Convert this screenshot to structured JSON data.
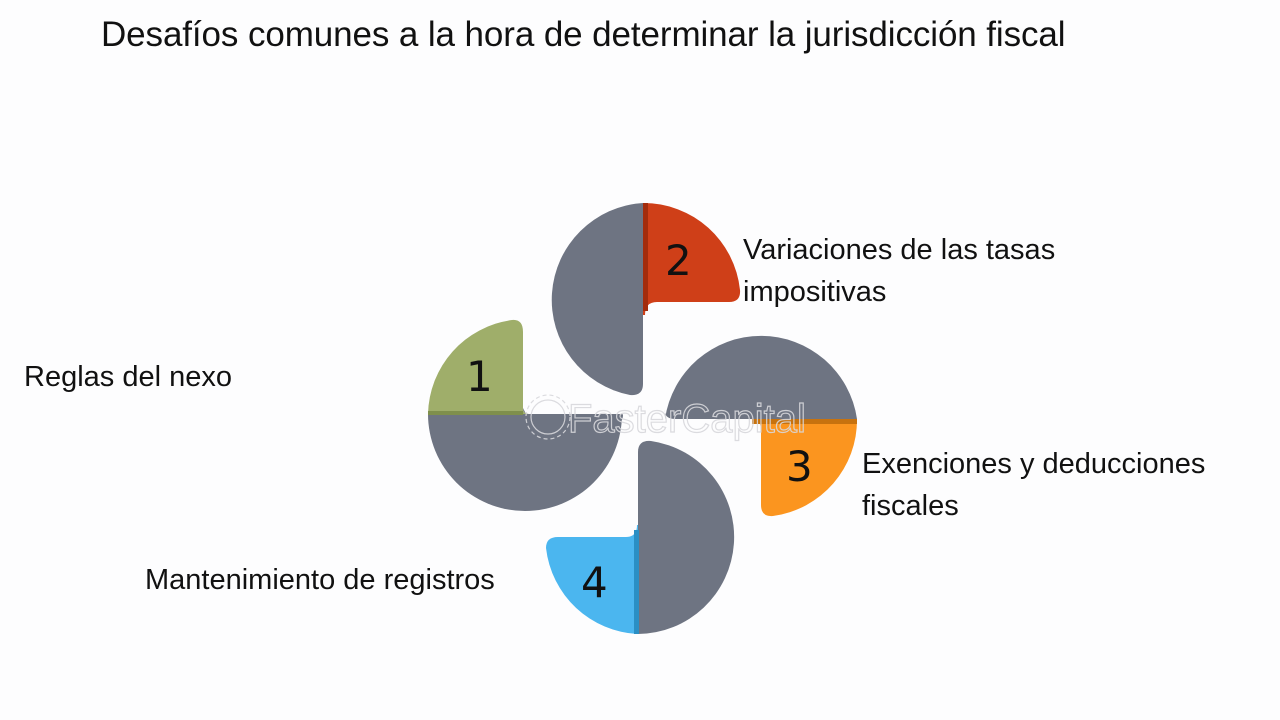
{
  "title": "Desafíos comunes a la hora de determinar la jurisdicción fiscal",
  "diagram": {
    "type": "pinwheel",
    "segments": [
      {
        "number": "1",
        "label": "Reglas del nexo",
        "color": "#9fae6a",
        "edge_color": "#7f8f4c"
      },
      {
        "number": "2",
        "label_line1": "Variaciones de las tasas",
        "label_line2": "impositivas",
        "color": "#cf3f18",
        "edge_color": "#a32c0c"
      },
      {
        "number": "3",
        "label_line1": "Exenciones y deducciones",
        "label_line2": "fiscales",
        "color": "#fb951f",
        "edge_color": "#c7720e"
      },
      {
        "number": "4",
        "label": "Mantenimiento de registros",
        "color": "#4bb6ef",
        "edge_color": "#2a8fc4"
      }
    ],
    "neutral_color": "#6e7482"
  },
  "watermark": {
    "text": "FasterCapital"
  }
}
